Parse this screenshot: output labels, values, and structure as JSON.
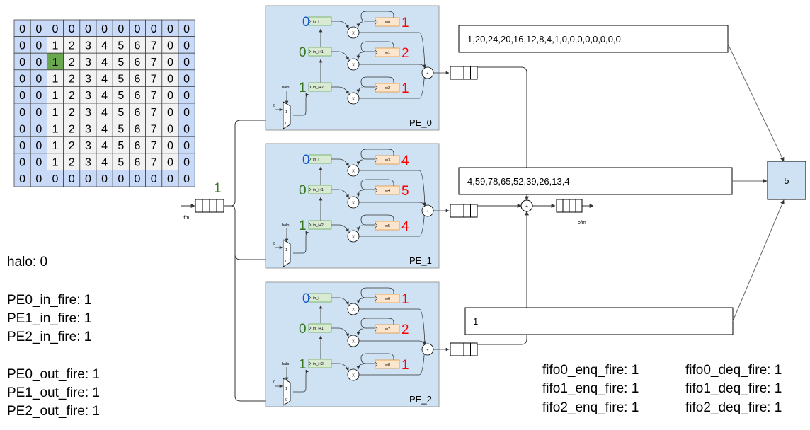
{
  "colors": {
    "halo_cell": "#c9daf8",
    "inner_cell": "#f2f2f2",
    "active_cell": "#6aa84f",
    "pe_fill": "#cfe2f3",
    "in_reg": "#d9ead3",
    "w_reg": "#fce5cd",
    "blue": "#1155cc",
    "green": "#38761d",
    "red": "#ff0000"
  },
  "ifm_grid": {
    "active": [
      2,
      2
    ],
    "rows": [
      [
        0,
        0,
        0,
        0,
        0,
        0,
        0,
        0,
        0,
        0,
        0
      ],
      [
        0,
        0,
        1,
        2,
        3,
        4,
        5,
        6,
        7,
        0,
        0
      ],
      [
        0,
        0,
        1,
        2,
        3,
        4,
        5,
        6,
        7,
        0,
        0
      ],
      [
        0,
        0,
        1,
        2,
        3,
        4,
        5,
        6,
        7,
        0,
        0
      ],
      [
        0,
        0,
        1,
        2,
        3,
        4,
        5,
        6,
        7,
        0,
        0
      ],
      [
        0,
        0,
        1,
        2,
        3,
        4,
        5,
        6,
        7,
        0,
        0
      ],
      [
        0,
        0,
        1,
        2,
        3,
        4,
        5,
        6,
        7,
        0,
        0
      ],
      [
        0,
        0,
        1,
        2,
        3,
        4,
        5,
        6,
        7,
        0,
        0
      ],
      [
        0,
        0,
        1,
        2,
        3,
        4,
        5,
        6,
        7,
        0,
        0
      ],
      [
        0,
        0,
        0,
        0,
        0,
        0,
        0,
        0,
        0,
        0,
        0
      ]
    ]
  },
  "ifm": {
    "label": "ifm",
    "value": "1"
  },
  "ofm": {
    "label": "ofm"
  },
  "pes": [
    {
      "name": "PE_0",
      "halo_label": "halo",
      "mux_in": "0",
      "mux_sel_top": "1",
      "mux_sel_bot": "0",
      "inputs": [
        {
          "label": "in_i",
          "value": "0",
          "color": "#1155cc"
        },
        {
          "label": "in_i+1",
          "value": "0",
          "color": "#38761d"
        },
        {
          "label": "in_i+2",
          "value": "1",
          "color": "#38761d"
        }
      ],
      "weights": [
        {
          "label": "w0",
          "value": "1"
        },
        {
          "label": "w1",
          "value": "2"
        },
        {
          "label": "w2",
          "value": "1"
        }
      ],
      "mul": "X",
      "add": "+"
    },
    {
      "name": "PE_1",
      "halo_label": "halo",
      "mux_in": "0",
      "mux_sel_top": "1",
      "mux_sel_bot": "0",
      "inputs": [
        {
          "label": "in_i",
          "value": "0",
          "color": "#1155cc"
        },
        {
          "label": "in_i+1",
          "value": "0",
          "color": "#38761d"
        },
        {
          "label": "in_i+2",
          "value": "1",
          "color": "#38761d"
        }
      ],
      "weights": [
        {
          "label": "w3",
          "value": "4"
        },
        {
          "label": "w4",
          "value": "5"
        },
        {
          "label": "w5",
          "value": "4"
        }
      ],
      "mul": "X",
      "add": "+"
    },
    {
      "name": "PE_2",
      "halo_label": "halo",
      "mux_in": "0",
      "mux_sel_top": "1",
      "mux_sel_bot": "0",
      "inputs": [
        {
          "label": "in_i",
          "value": "0",
          "color": "#1155cc"
        },
        {
          "label": "in_i+1",
          "value": "0",
          "color": "#38761d"
        },
        {
          "label": "in_i+2",
          "value": "1",
          "color": "#38761d"
        }
      ],
      "weights": [
        {
          "label": "w6",
          "value": "1"
        },
        {
          "label": "w7",
          "value": "2"
        },
        {
          "label": "w8",
          "value": "1"
        }
      ],
      "mul": "X",
      "add": "+"
    }
  ],
  "fifo_contents": [
    "1,20,24,20,16,12,8,4,1,0,0,0,0,0,0,0,0",
    "4,59,78,65,52,39,26,13,4",
    "1"
  ],
  "final_add": "+",
  "counter": "5",
  "status_left": [
    "halo: 0",
    "PE0_in_fire:   1",
    "PE1_in_fire:   1",
    "PE2_in_fire:   1",
    "PE0_out_fire: 1",
    "PE1_out_fire: 1",
    "PE2_out_fire: 1"
  ],
  "status_enq": [
    "fifo0_enq_fire: 1",
    "fifo1_enq_fire: 1",
    "fifo2_enq_fire: 1"
  ],
  "status_deq": [
    "fifo0_deq_fire: 1",
    "fifo1_deq_fire: 1",
    "fifo2_deq_fire: 1"
  ]
}
